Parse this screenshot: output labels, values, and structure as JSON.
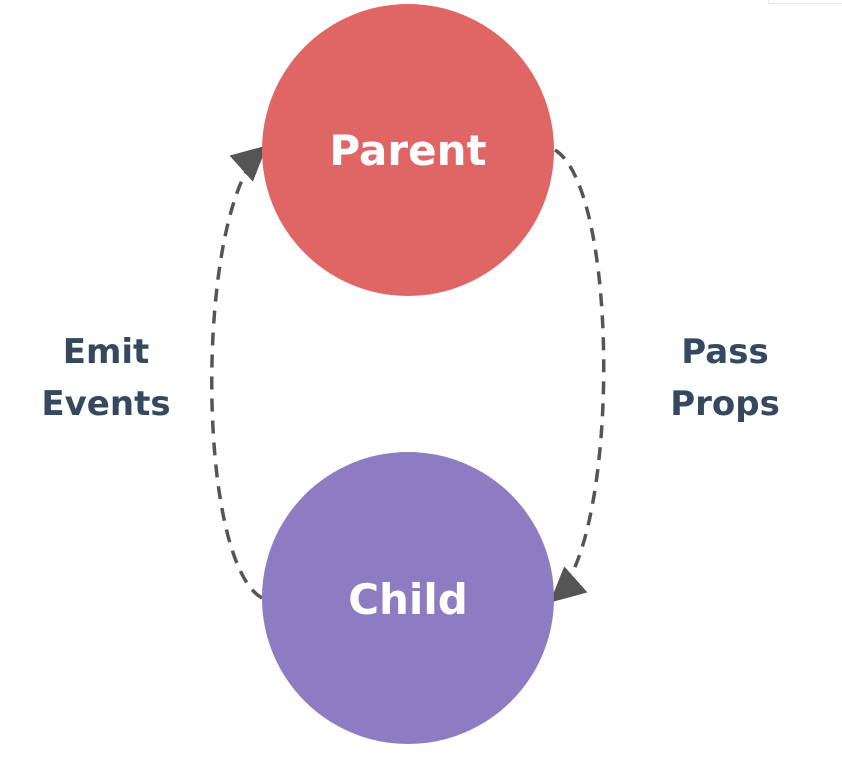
{
  "nodes": {
    "parent": {
      "label": "Parent",
      "color": "#e06666"
    },
    "child": {
      "label": "Child",
      "color": "#8e7cc3"
    }
  },
  "edges": {
    "pass_props": {
      "line1": "Pass",
      "line2": "Props"
    },
    "emit_events": {
      "line1": "Emit",
      "line2": "Events"
    }
  },
  "colors": {
    "edge_text": "#34495e",
    "arrow": "#555555"
  }
}
